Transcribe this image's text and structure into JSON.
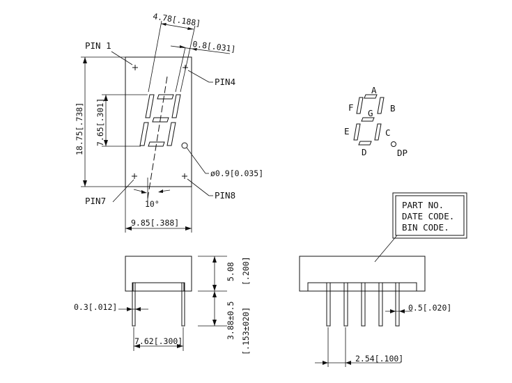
{
  "colors": {
    "line": "#111111",
    "background": "#ffffff"
  },
  "top_view": {
    "pin1": "PIN 1",
    "pin4": "PIN4",
    "pin7": "PIN7",
    "pin8": "PIN8",
    "digit_width": "4.78[.188]",
    "segment_width": "0.8[.031]",
    "height": "18.75[.738]",
    "digit_height": "7.65[.301]",
    "dp_diameter": "ø0.9[0.035]",
    "slant_angle": "10°",
    "width": "9.85[.388]"
  },
  "segments": [
    "A",
    "B",
    "C",
    "D",
    "E",
    "F",
    "G",
    "DP"
  ],
  "label_box": [
    "PART NO.",
    "DATE CODE.",
    "BIN CODE."
  ],
  "side_view": {
    "lead_thickness": "0.3[.012]",
    "row_spacing": "7.62[.300]",
    "body_height": "5.08",
    "body_height_in": "[.200]",
    "lead_length": "3.88±0.5",
    "lead_length_in": "[.153±020]"
  },
  "front_view": {
    "lead_width": "0.5[.020]",
    "pitch": "2.54[.100]"
  }
}
